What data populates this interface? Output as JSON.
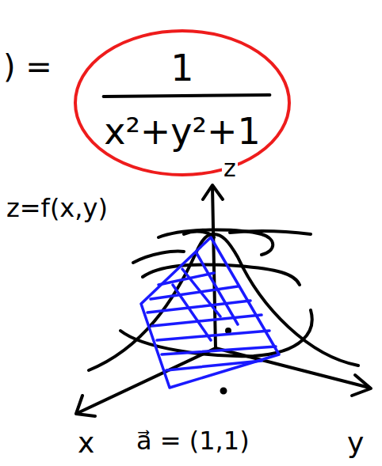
{
  "diagram": {
    "nodes": [
      {
        "text": [
          "1",
          "x²+y²+1"
        ]
      }
    ],
    "labels": [
      ") =",
      "z",
      "z=f(x,y)",
      "x",
      "y",
      "a⃗ = (1,1)"
    ]
  }
}
